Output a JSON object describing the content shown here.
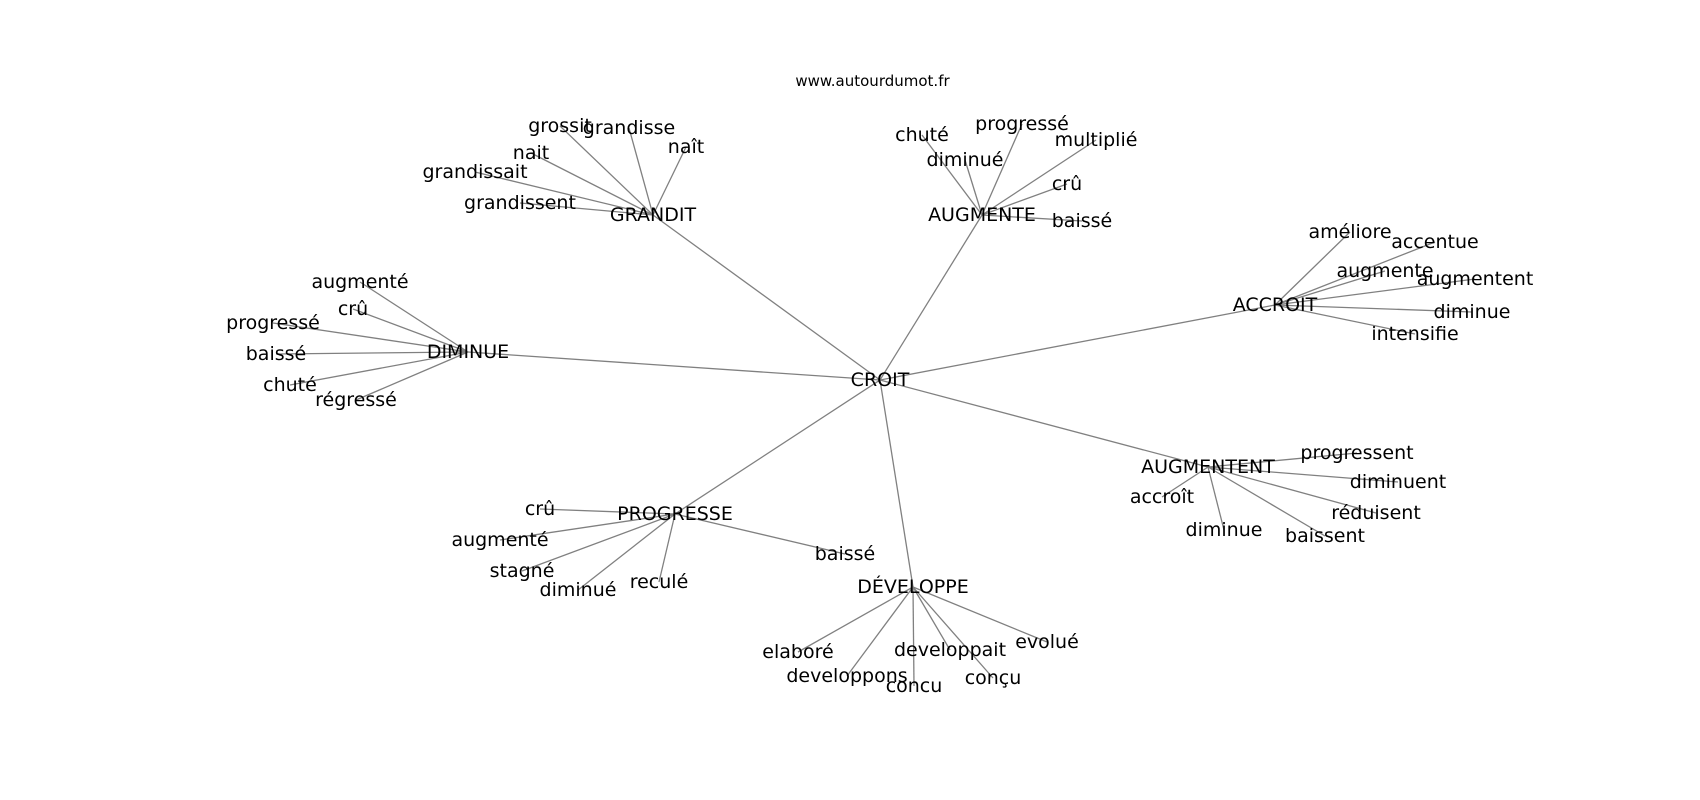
{
  "site": "www.autourdumot.fr",
  "graph": {
    "center": "CROIT",
    "groups": [
      {
        "hub": "GRANDIT",
        "leaves": [
          "grossit",
          "grandisse",
          "naît",
          "nait",
          "grandissait",
          "grandissent"
        ]
      },
      {
        "hub": "AUGMENTE",
        "leaves": [
          "chuté",
          "progressé",
          "multiplié",
          "diminué",
          "crû",
          "baissé"
        ]
      },
      {
        "hub": "ACCROIT",
        "leaves": [
          "améliore",
          "accentue",
          "augmente",
          "augmentent",
          "diminue",
          "intensifie"
        ]
      },
      {
        "hub": "DIMINUE",
        "leaves": [
          "augmenté",
          "crû",
          "progressé",
          "baissé",
          "chuté",
          "régressé"
        ]
      },
      {
        "hub": "AUGMENTENT",
        "leaves": [
          "progressent",
          "diminuent",
          "accroît",
          "réduisent",
          "diminue",
          "baissent"
        ]
      },
      {
        "hub": "PROGRESSE",
        "leaves": [
          "crû",
          "augmenté",
          "stagné",
          "diminué",
          "reculé",
          "baissé"
        ]
      },
      {
        "hub": "DÉVELOPPE",
        "leaves": [
          "elaboré",
          "developpait",
          "evolué",
          "developpons",
          "concu",
          "conçu"
        ]
      }
    ]
  }
}
